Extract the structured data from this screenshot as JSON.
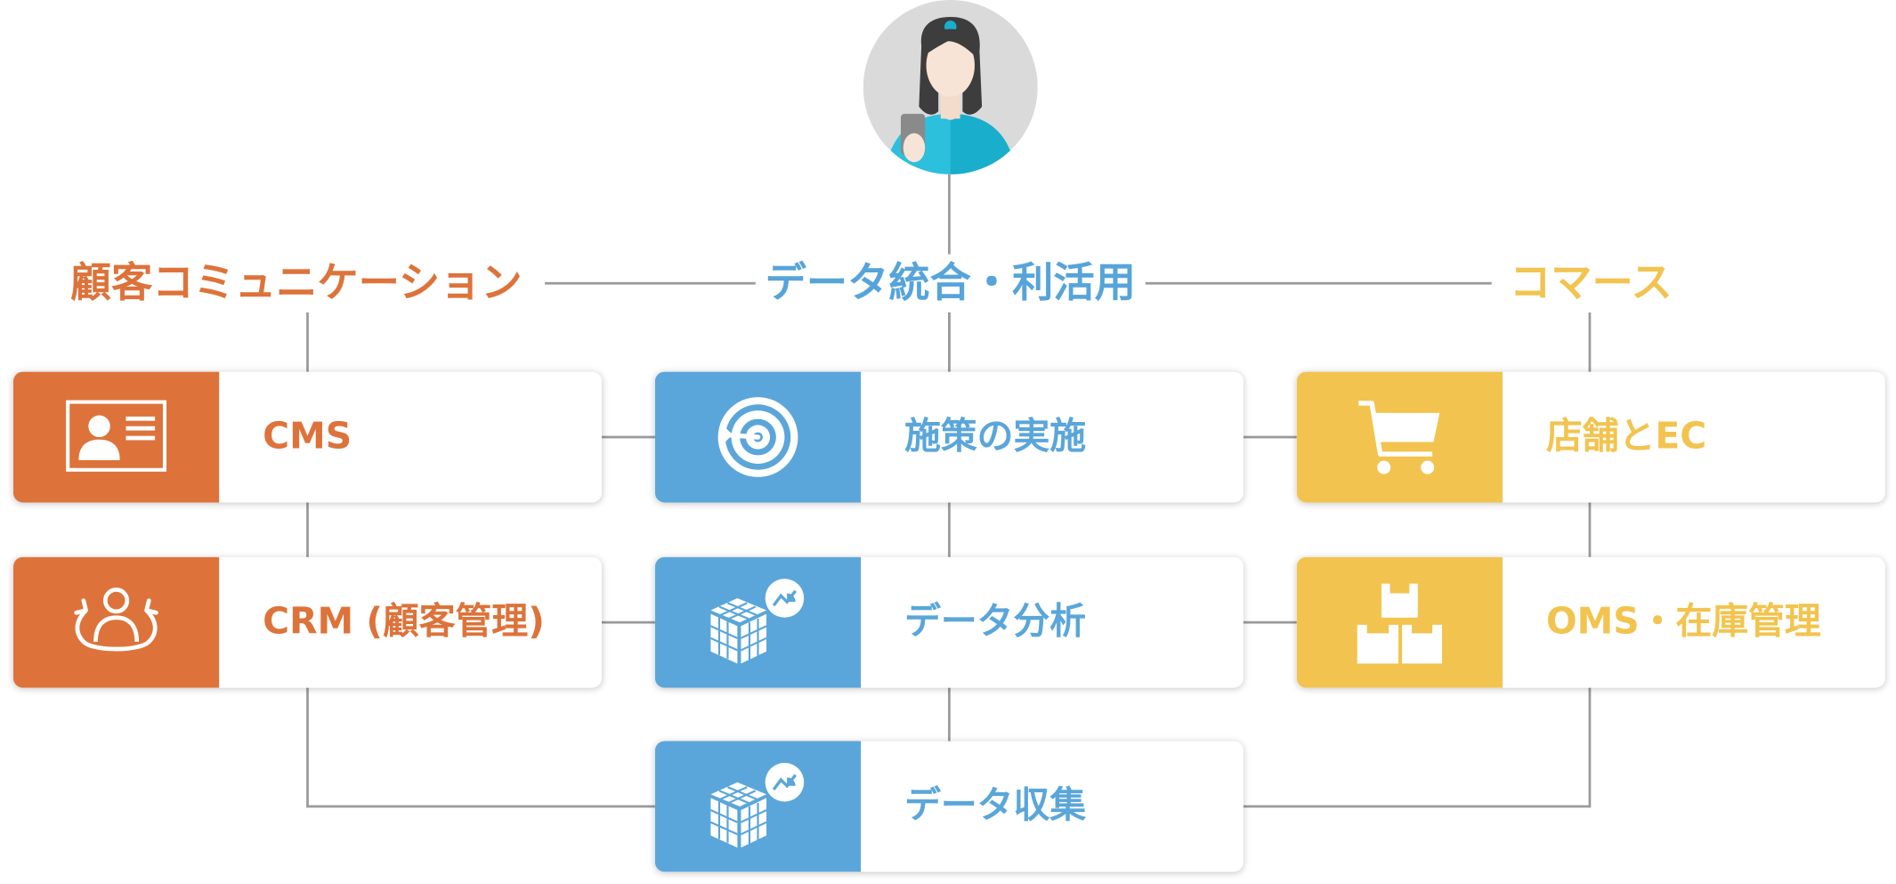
{
  "colors": {
    "orange": "#dd733a",
    "blue": "#5aa6da",
    "yellow": "#f2c44f",
    "connector": "#9a9a9a"
  },
  "user": {
    "icon": "woman-with-smartphone-avatar"
  },
  "columns": {
    "left": {
      "title": "顧客コミュニケーション",
      "cards": [
        {
          "label": "CMS",
          "icon": "contact-card-icon"
        },
        {
          "label": "CRM (顧客管理)",
          "icon": "customer-cycle-icon"
        }
      ]
    },
    "center": {
      "title": "データ統合・利活用",
      "cards": [
        {
          "label": "施策の実施",
          "icon": "target-icon"
        },
        {
          "label": "データ分析",
          "icon": "data-cube-chart-icon"
        },
        {
          "label": "データ収集",
          "icon": "data-cube-chart-icon"
        }
      ]
    },
    "right": {
      "title": "コマース",
      "cards": [
        {
          "label": "店舗とEC",
          "icon": "shopping-cart-icon"
        },
        {
          "label": "OMS・在庫管理",
          "icon": "stacked-boxes-icon"
        }
      ]
    }
  }
}
